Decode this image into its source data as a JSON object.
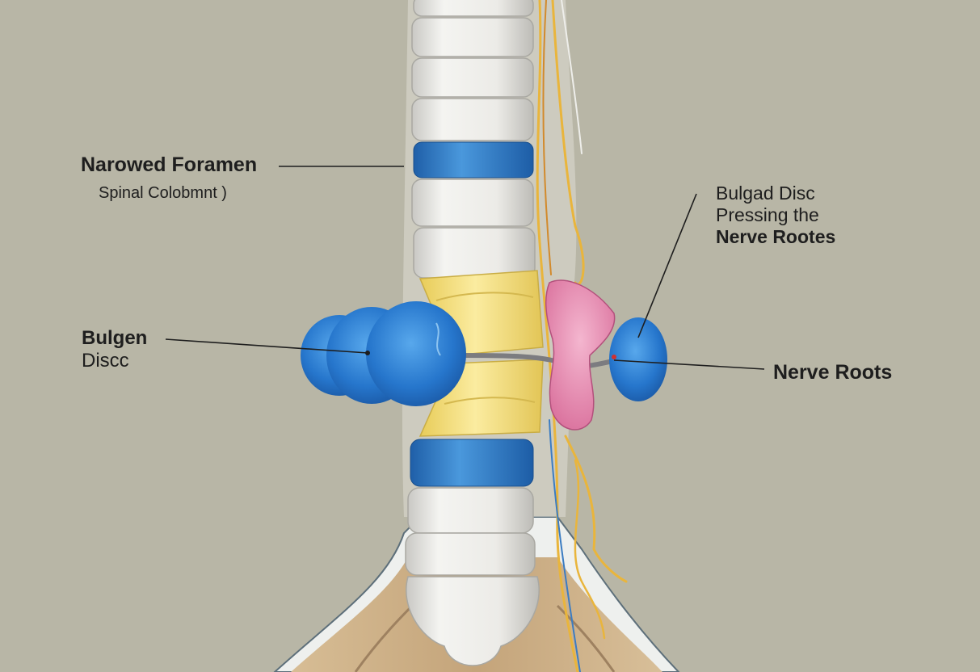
{
  "labels": {
    "narrowed_foramen_title": "Narowed Foramen",
    "narrowed_foramen_subtitle": "Spinal Colobmnt )",
    "bulged_disc_left_line1": "Bulgen",
    "bulged_disc_left_line2": "Discc",
    "bulged_disc_right_line1": "Bulgad Disc",
    "bulged_disc_right_line2": "Pressing the",
    "bulged_disc_right_line3": "Nerve Rootes",
    "nerve_roots": "Nerve Roots"
  },
  "colors": {
    "background": "#b8b6a6",
    "vertebra": "#ecebe6",
    "intervertebral_disc": "#3a86cc",
    "herniated_disc": "#2f7fd0",
    "compressed_disc": "#f3df7c",
    "nerve": "#e9b53c",
    "inflamed_nerve": "#e88fb2",
    "pelvis": "#c8ab83",
    "leader_line": "#1e1e1e"
  }
}
